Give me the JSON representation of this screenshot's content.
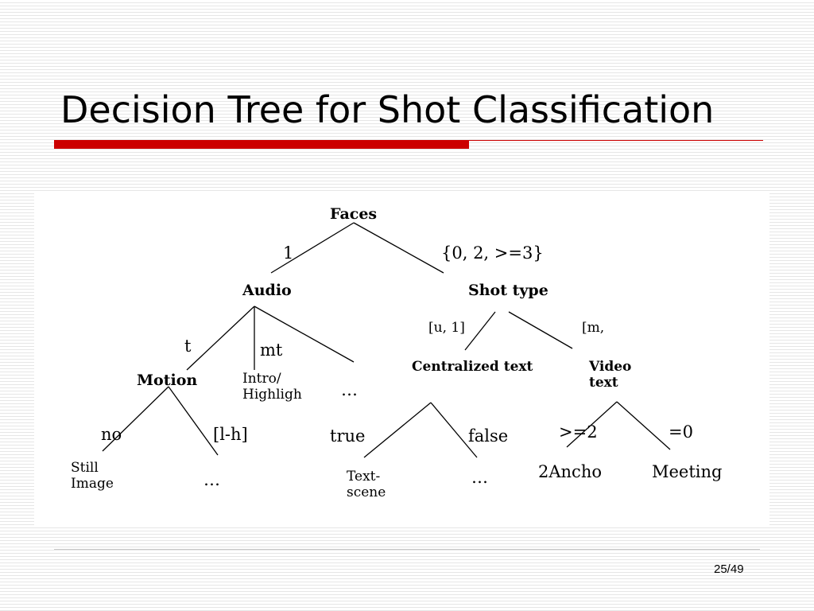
{
  "slide": {
    "title": "Decision Tree for Shot Classification",
    "page": "25/49"
  },
  "tree": {
    "root": "Faces",
    "root_edges": {
      "left": "1",
      "right": "{0, 2, >=3}"
    },
    "audio": {
      "label": "Audio",
      "edges": {
        "left": "t",
        "middle": "mt"
      },
      "children": {
        "intro": [
          "Intro/",
          "Highligh"
        ],
        "more": "…"
      }
    },
    "motion": {
      "label": "Motion",
      "edges": {
        "left": "no",
        "right": "[l-h]"
      },
      "children": {
        "still": [
          "Still",
          "Image"
        ],
        "more": "…"
      }
    },
    "shot_type": {
      "label": "Shot type",
      "edges": {
        "left": "[u, 1]",
        "right": "[m,"
      }
    },
    "centralized": {
      "label": "Centralized text",
      "edges": {
        "left": "true",
        "right": "false"
      },
      "children": {
        "text_scene": [
          "Text-",
          "scene"
        ],
        "more": "…"
      }
    },
    "video_text": {
      "label": [
        "Video",
        "text"
      ],
      "edges": {
        "left": ">=2",
        "right": "=0"
      },
      "children": {
        "anchor": "2Ancho",
        "meeting": "Meeting"
      }
    }
  }
}
